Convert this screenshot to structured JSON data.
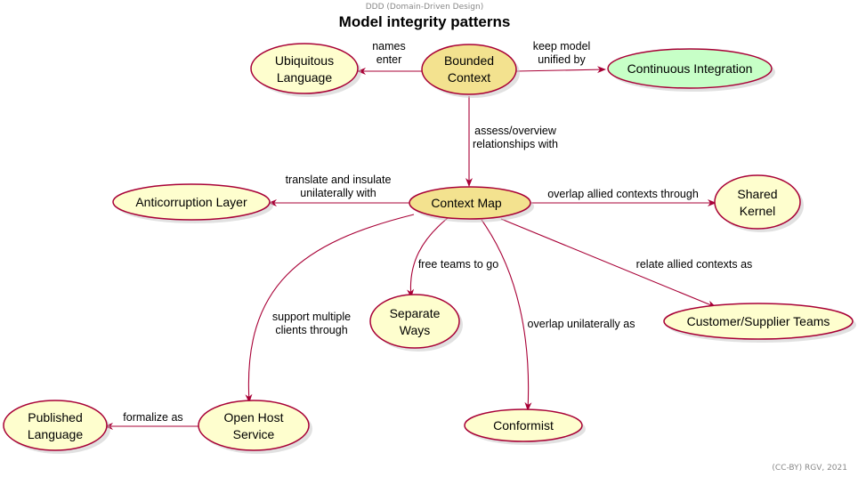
{
  "header": "DDD (Domain-Driven Design)",
  "title": "Model integrity patterns",
  "footer": "(CC-BY) RGV, 2021",
  "colors": {
    "default_fill": "#FEFECE",
    "highlight_fill": "#F3E28F",
    "ci_fill": "#C7FFC7",
    "stroke": "#A80036"
  },
  "nodes": {
    "ubiquitous_language": [
      "Ubiquitous",
      "Language"
    ],
    "bounded_context": [
      "Bounded",
      "Context"
    ],
    "continuous_integration": [
      "Continuous Integration"
    ],
    "anticorruption_layer": [
      "Anticorruption Layer"
    ],
    "context_map": [
      "Context Map"
    ],
    "shared_kernel": [
      "Shared",
      "Kernel"
    ],
    "separate_ways": [
      "Separate",
      "Ways"
    ],
    "customer_supplier_teams": [
      "Customer/Supplier Teams"
    ],
    "published_language": [
      "Published",
      "Language"
    ],
    "open_host_service": [
      "Open Host",
      "Service"
    ],
    "conformist": [
      "Conformist"
    ]
  },
  "edges": {
    "names_enter": [
      "names",
      "enter"
    ],
    "keep_model_unified_by": [
      "keep model",
      "unified by"
    ],
    "assess_overview": [
      "assess/overview",
      "relationships with"
    ],
    "translate_insulate": [
      "translate and insulate",
      "unilaterally with"
    ],
    "overlap_allied": [
      "overlap allied contexts through"
    ],
    "free_teams": [
      "free teams to go"
    ],
    "relate_allied": [
      "relate allied contexts as"
    ],
    "support_multiple": [
      "support multiple",
      "clients through"
    ],
    "overlap_unilaterally": [
      "overlap unilaterally as"
    ],
    "formalize_as": [
      "formalize as"
    ]
  }
}
